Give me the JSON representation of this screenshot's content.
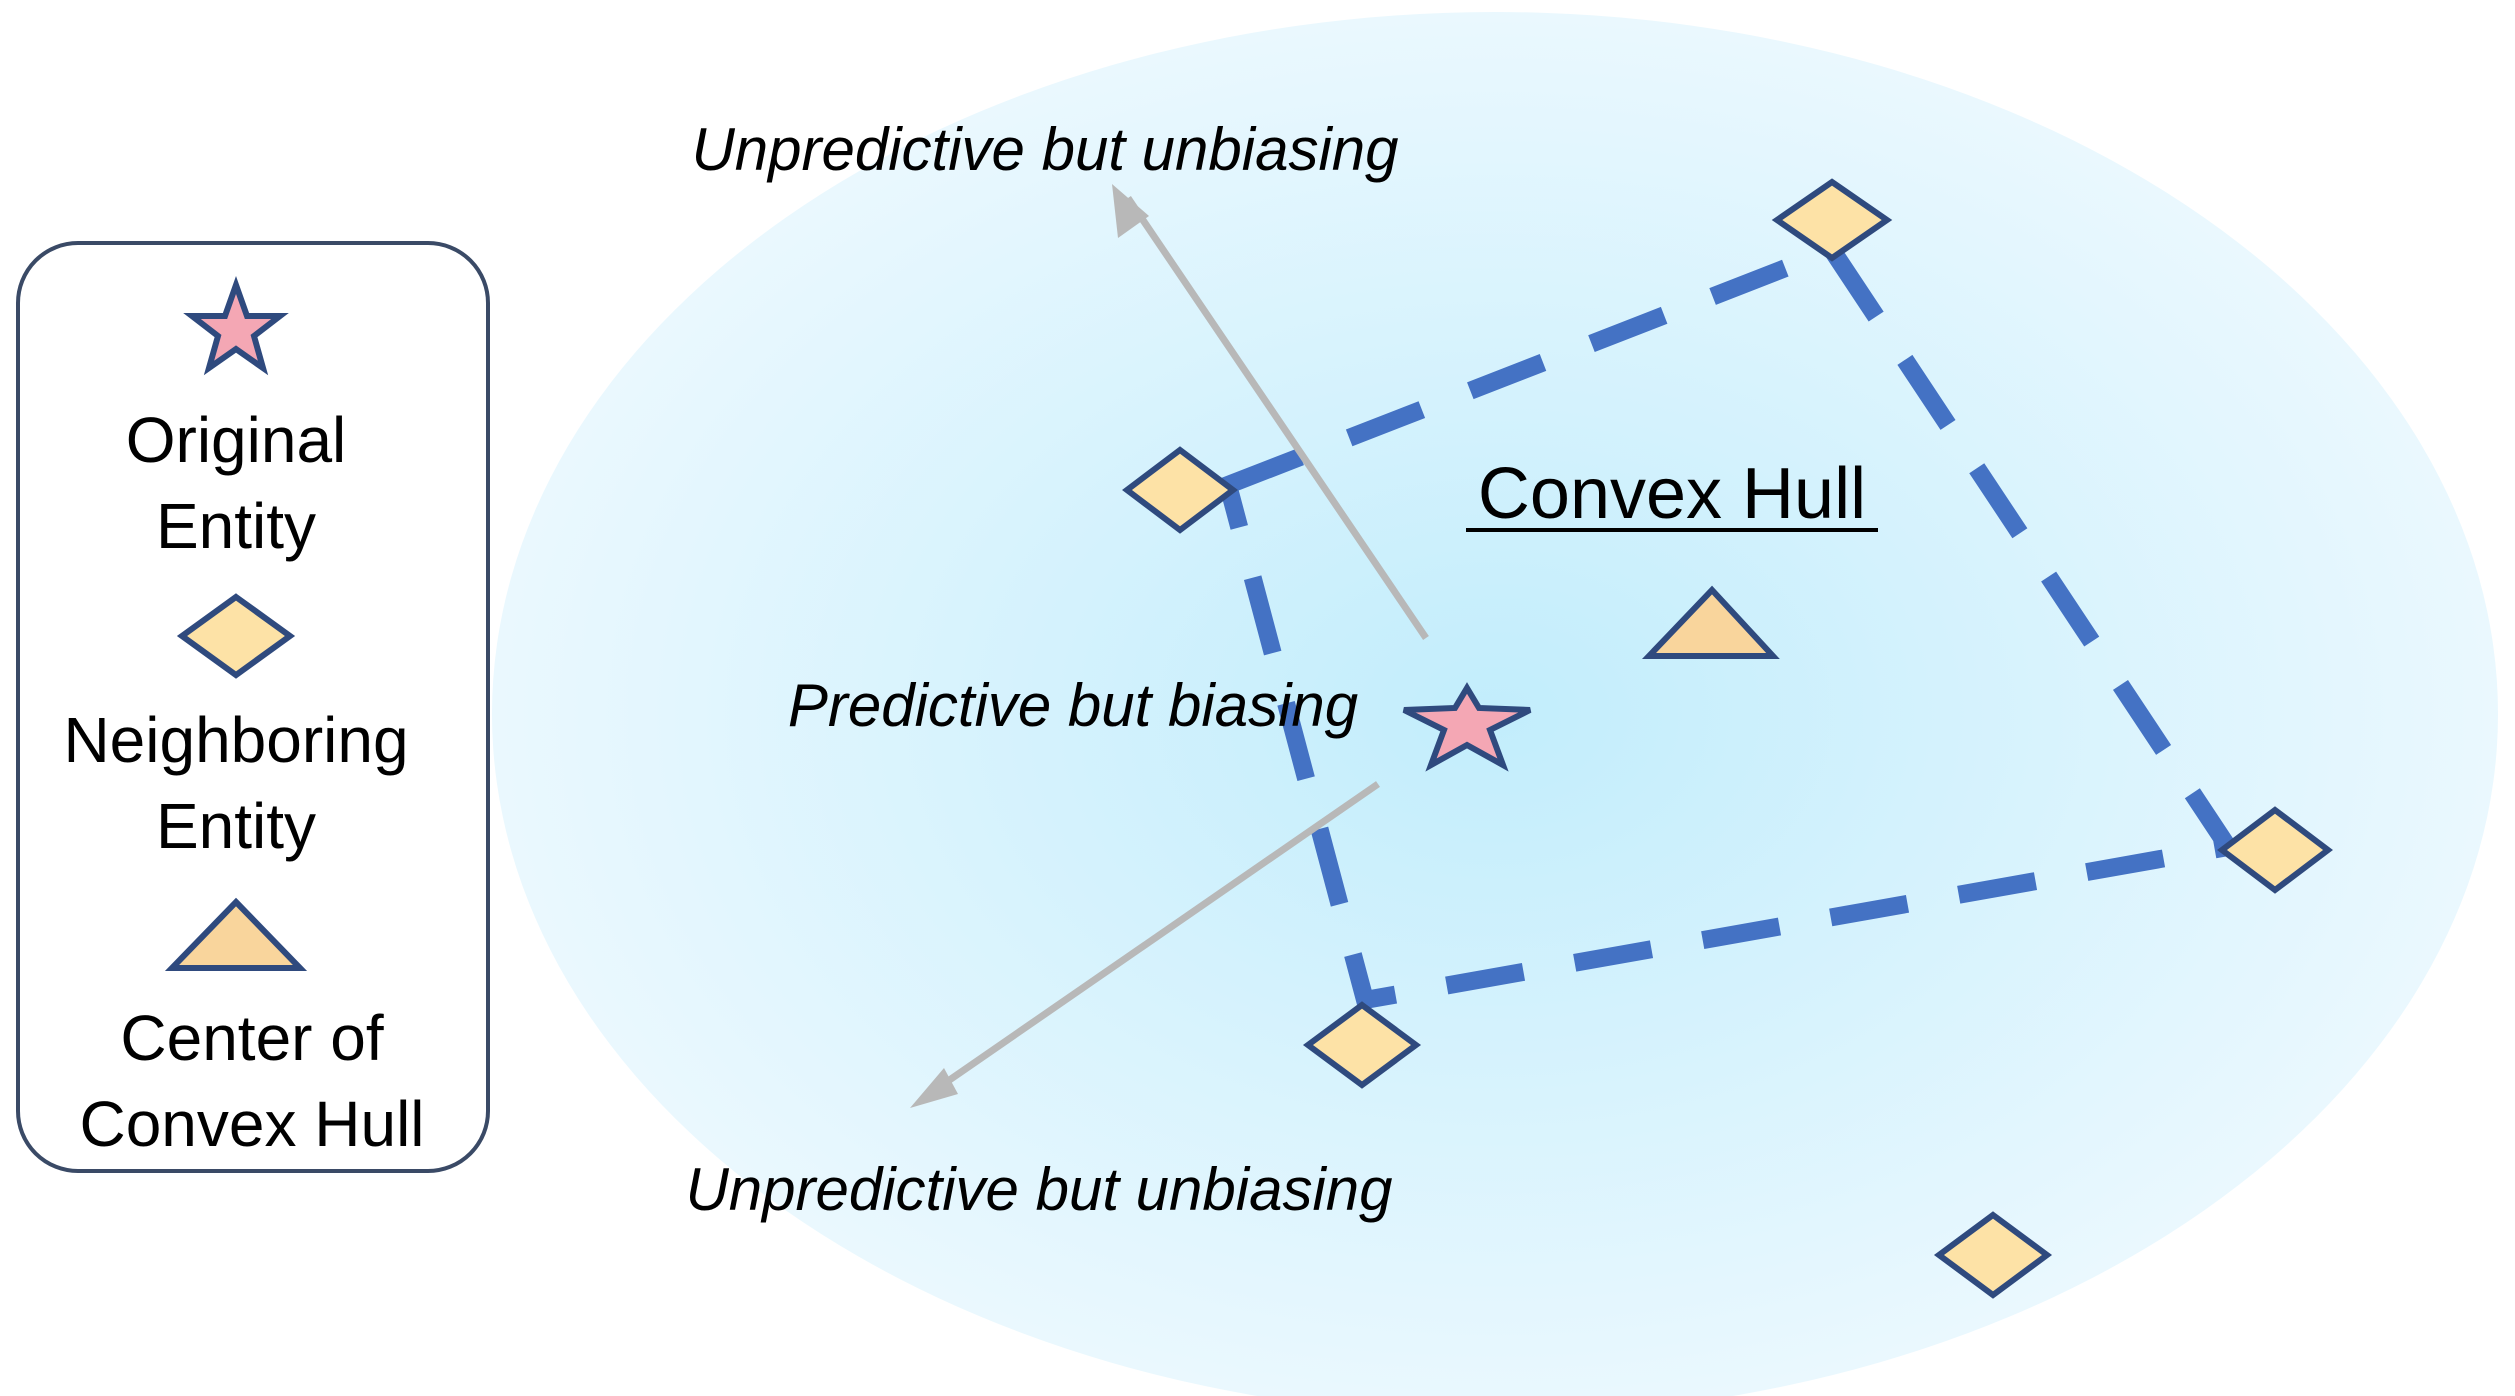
{
  "legend": {
    "items": [
      {
        "icon": "star-icon",
        "label_line1": "Original",
        "label_line2": "Entity"
      },
      {
        "icon": "diamond-icon",
        "label_line1": "Neighboring",
        "label_line2": "Entity"
      },
      {
        "icon": "triangle-icon",
        "label_line1": "Center of",
        "label_line2": "Convex Hull"
      }
    ]
  },
  "diagram": {
    "hull_title": "Convex Hull",
    "arrow_up_label": "Unpredictive but unbiasing",
    "center_label": "Predictive but biasing",
    "arrow_down_label": "Unpredictive but unbiasing"
  },
  "colors": {
    "star_fill": "#F4A7B4",
    "shape_stroke": "#2F4A7E",
    "diamond_fill": "#FDE2A6",
    "triangle_fill": "#F9D59C",
    "hull_line": "#4472C4",
    "arrow": "#B8B8B8",
    "ellipse_center": "#C2EDFC",
    "ellipse_edge": "#EAF8FE",
    "legend_border": "#3A4A66"
  }
}
